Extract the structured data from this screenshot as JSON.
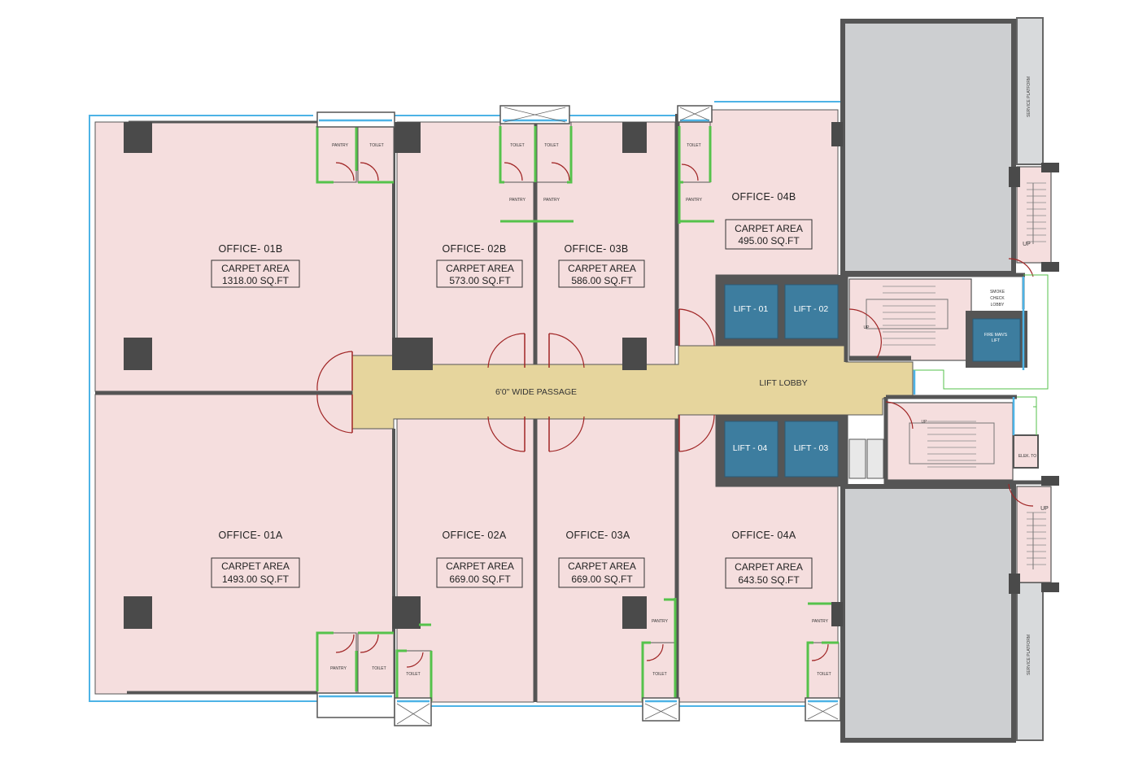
{
  "offices": {
    "o01b": {
      "name": "OFFICE- 01B",
      "area_label": "CARPET AREA",
      "area": "1318.00 SQ.FT"
    },
    "o02b": {
      "name": "OFFICE- 02B",
      "area_label": "CARPET AREA",
      "area": "573.00 SQ.FT"
    },
    "o03b": {
      "name": "OFFICE- 03B",
      "area_label": "CARPET AREA",
      "area": "586.00 SQ.FT"
    },
    "o04b": {
      "name": "OFFICE- 04B",
      "area_label": "CARPET AREA",
      "area": "495.00 SQ.FT"
    },
    "o01a": {
      "name": "OFFICE- 01A",
      "area_label": "CARPET AREA",
      "area": "1493.00 SQ.FT"
    },
    "o02a": {
      "name": "OFFICE- 02A",
      "area_label": "CARPET AREA",
      "area": "669.00  SQ.FT"
    },
    "o03a": {
      "name": "OFFICE- 03A",
      "area_label": "CARPET AREA",
      "area": "669.00 SQ.FT"
    },
    "o04a": {
      "name": "OFFICE- 04A",
      "area_label": "CARPET AREA",
      "area": "643.50 SQ.FT"
    }
  },
  "passage": "6'0\"  WIDE PASSAGE",
  "lift_lobby": "LIFT LOBBY",
  "lifts": {
    "l1": "LIFT - 01",
    "l2": "LIFT - 02",
    "l3": "LIFT - 03",
    "l4": "LIFT - 04"
  },
  "fireman_lift": [
    "FIRE MAN'S",
    "LIFT"
  ],
  "smoke_lobby": [
    "SMOKE",
    "CHECK",
    "LOBBY"
  ],
  "small": {
    "pantry": "PANTRY",
    "toilet": "TOILET",
    "up": "UP",
    "elec": "ELEK. TO"
  },
  "service_platform": "SERVICE PLATFORM",
  "colors": {
    "office_fill": "#f5dede",
    "passage_fill": "#e6d59d",
    "lift_fill": "#3d7d9f",
    "shaft_fill": "#cdcfd1",
    "wall": "#5a5a5a",
    "window": "#4db3e6",
    "partition": "#55c24b",
    "door": "#a02525"
  }
}
